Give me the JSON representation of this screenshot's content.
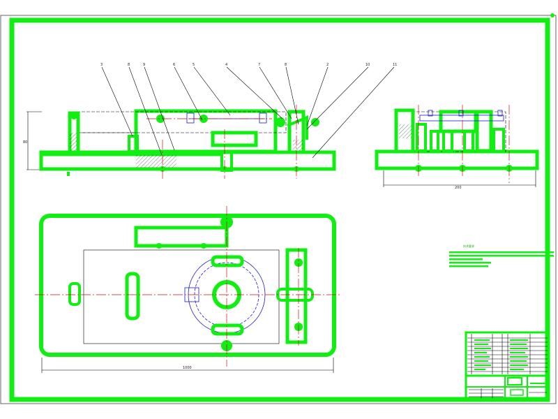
{
  "drawing": {
    "colors": {
      "outline": "#11ee11",
      "center_line": "#cc1111",
      "hidden_line": "#1a1ad0",
      "thin_line": "#000000",
      "background": "#ffffff"
    },
    "balloons": [
      "3",
      "8",
      "9",
      "6",
      "5",
      "4",
      "7",
      "8",
      "2",
      "10",
      "11"
    ],
    "dimensions": {
      "front_height": "80",
      "side_width": "200",
      "plan_length": "1000"
    },
    "notes_heading": "技术要求"
  }
}
